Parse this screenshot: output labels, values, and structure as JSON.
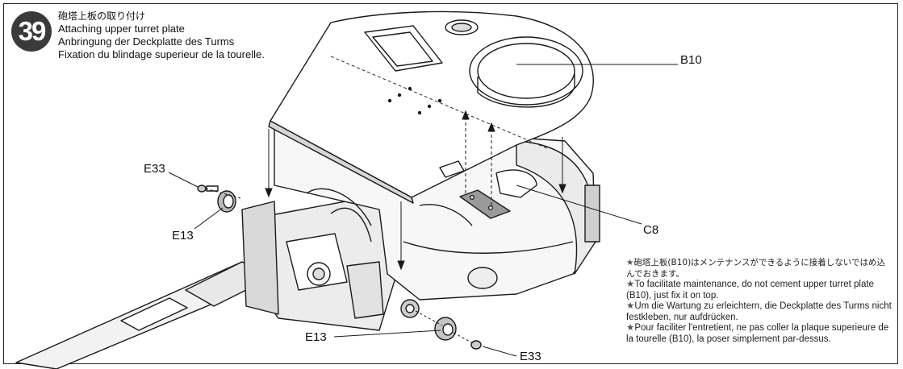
{
  "step": {
    "number": "39",
    "title_jp": "砲塔上板の取り付け",
    "title_en": "Attaching upper turret plate",
    "title_de": "Anbringung der Deckplatte des Turms",
    "title_fr": "Fixation du blindage superieur de la tourelle."
  },
  "parts": {
    "b10": "B10",
    "c8": "C8",
    "e33_left": "E33",
    "e13_left": "E13",
    "e13_bottom": "E13",
    "e33_bottom": "E33"
  },
  "notes": {
    "star": "★",
    "jp": "砲塔上板(B10)はメンテナンスができるように接着しないではめ込んでおきます。",
    "en": "To facilitate maintenance, do not cement upper turret plate (B10), just fix it on top.",
    "de": "Um die Wartung zu erleichtern, die Deckplatte des Turms nicht festkleben, nur aufdrücken.",
    "fr": "Pour faciliter l'entretient, ne pas coller la plaque superieure de la tourelle (B10), la poser simplement par-dessus."
  }
}
